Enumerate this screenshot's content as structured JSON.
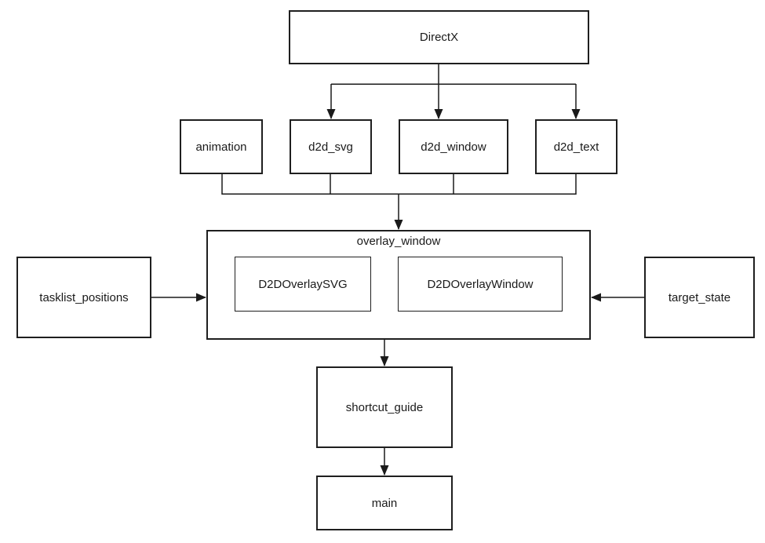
{
  "diagram": {
    "type": "dependency-flowchart",
    "colors": {
      "background": "#ffffff",
      "line": "#1a1a1a",
      "box_border": "#1f1f1f",
      "box_fill": "#ffffff",
      "text": "#1a1a1a"
    },
    "nodes": {
      "directx": {
        "label": "DirectX"
      },
      "animation": {
        "label": "animation"
      },
      "d2d_svg": {
        "label": "d2d_svg"
      },
      "d2d_window": {
        "label": "d2d_window"
      },
      "d2d_text": {
        "label": "d2d_text"
      },
      "overlay_window": {
        "label": "overlay_window"
      },
      "d2d_overlay_svg": {
        "label": "D2DOverlaySVG"
      },
      "d2d_overlay_window": {
        "label": "D2DOverlayWindow"
      },
      "tasklist_positions": {
        "label": "tasklist_positions"
      },
      "target_state": {
        "label": "target_state"
      },
      "shortcut_guide": {
        "label": "shortcut_guide"
      },
      "main": {
        "label": "main"
      }
    },
    "edges": [
      {
        "from": "DirectX",
        "to": "d2d_svg"
      },
      {
        "from": "DirectX",
        "to": "d2d_window"
      },
      {
        "from": "DirectX",
        "to": "d2d_text"
      },
      {
        "from": "animation",
        "to": "overlay_window"
      },
      {
        "from": "d2d_svg",
        "to": "overlay_window"
      },
      {
        "from": "d2d_window",
        "to": "overlay_window"
      },
      {
        "from": "d2d_text",
        "to": "overlay_window"
      },
      {
        "from": "tasklist_positions",
        "to": "overlay_window"
      },
      {
        "from": "target_state",
        "to": "overlay_window"
      },
      {
        "from": "overlay_window",
        "to": "shortcut_guide"
      },
      {
        "from": "shortcut_guide",
        "to": "main"
      }
    ]
  }
}
